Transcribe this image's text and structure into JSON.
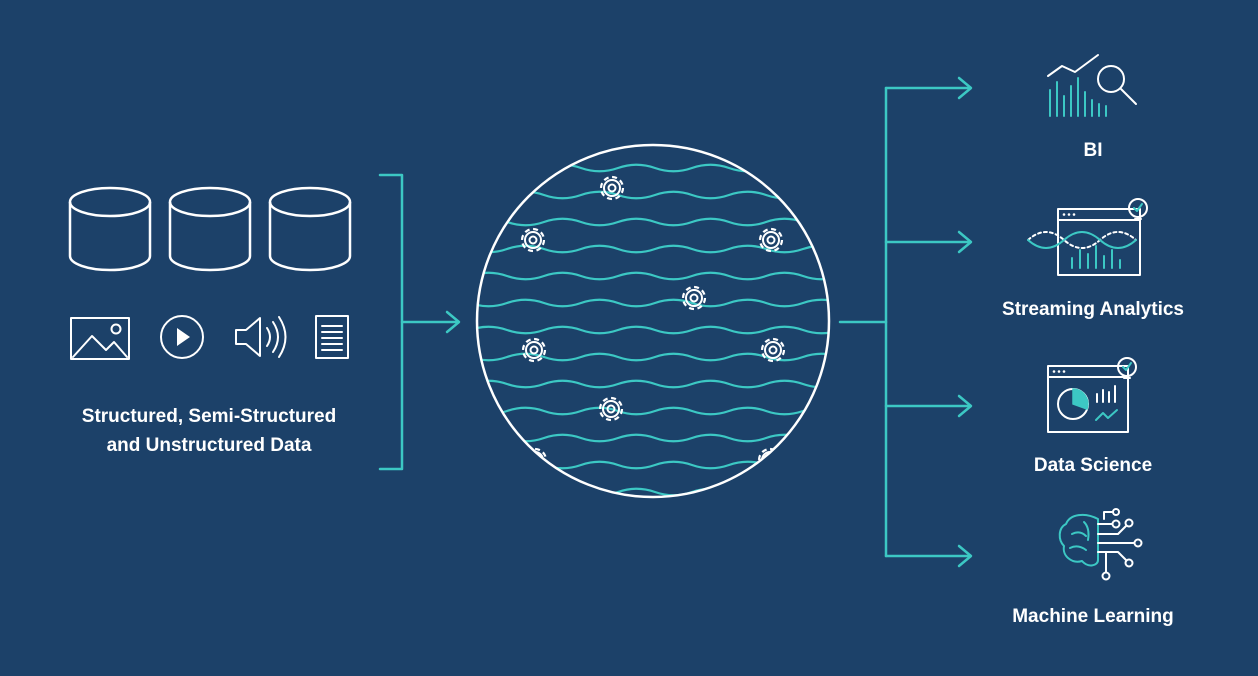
{
  "colors": {
    "background": "#1c4169",
    "accent": "#3cc8c4",
    "line": "#ffffff"
  },
  "source": {
    "label_line1": "Structured, Semi-Structured",
    "label_line2": "and Unstructured Data",
    "icons": [
      "database-icon",
      "database-icon",
      "database-icon",
      "image-icon",
      "play-icon",
      "speaker-icon",
      "document-icon"
    ]
  },
  "hub": {
    "icon": "data-lake-icon"
  },
  "outputs": [
    {
      "label": "BI",
      "icon": "bar-chart-magnifier-icon"
    },
    {
      "label": "Streaming Analytics",
      "icon": "streaming-dashboard-icon"
    },
    {
      "label": "Data Science",
      "icon": "pie-chart-dashboard-icon"
    },
    {
      "label": "Machine Learning",
      "icon": "brain-circuit-icon"
    }
  ]
}
